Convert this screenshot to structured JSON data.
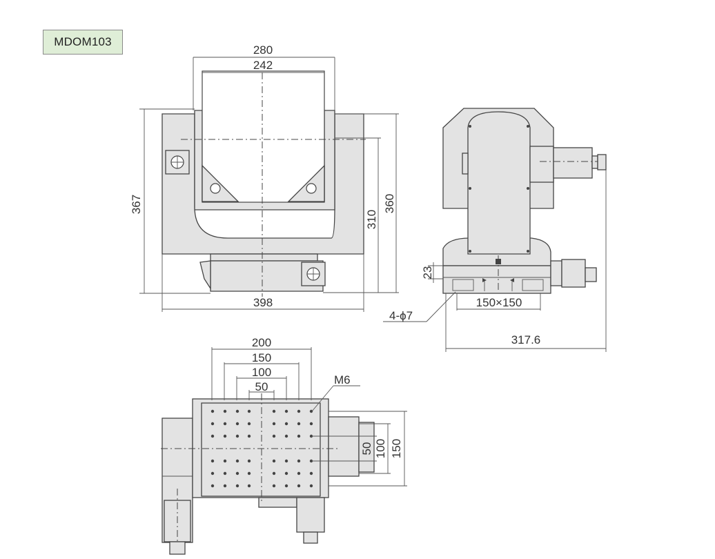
{
  "model_label": "MDOM103",
  "front_view": {
    "width_outer": "280",
    "width_inner": "242",
    "height_total": "367",
    "height_360": "360",
    "height_310": "310",
    "base_width": "398"
  },
  "side_view": {
    "dim_23": "23",
    "hole_pattern": "150×150",
    "hole_spec": "4-ϕ7",
    "total_length": "317.6"
  },
  "top_view": {
    "pitch_200": "200",
    "pitch_150": "150",
    "pitch_100": "100",
    "pitch_50": "50",
    "thread": "M6",
    "v_50": "50",
    "v_100": "100",
    "v_150": "150"
  }
}
